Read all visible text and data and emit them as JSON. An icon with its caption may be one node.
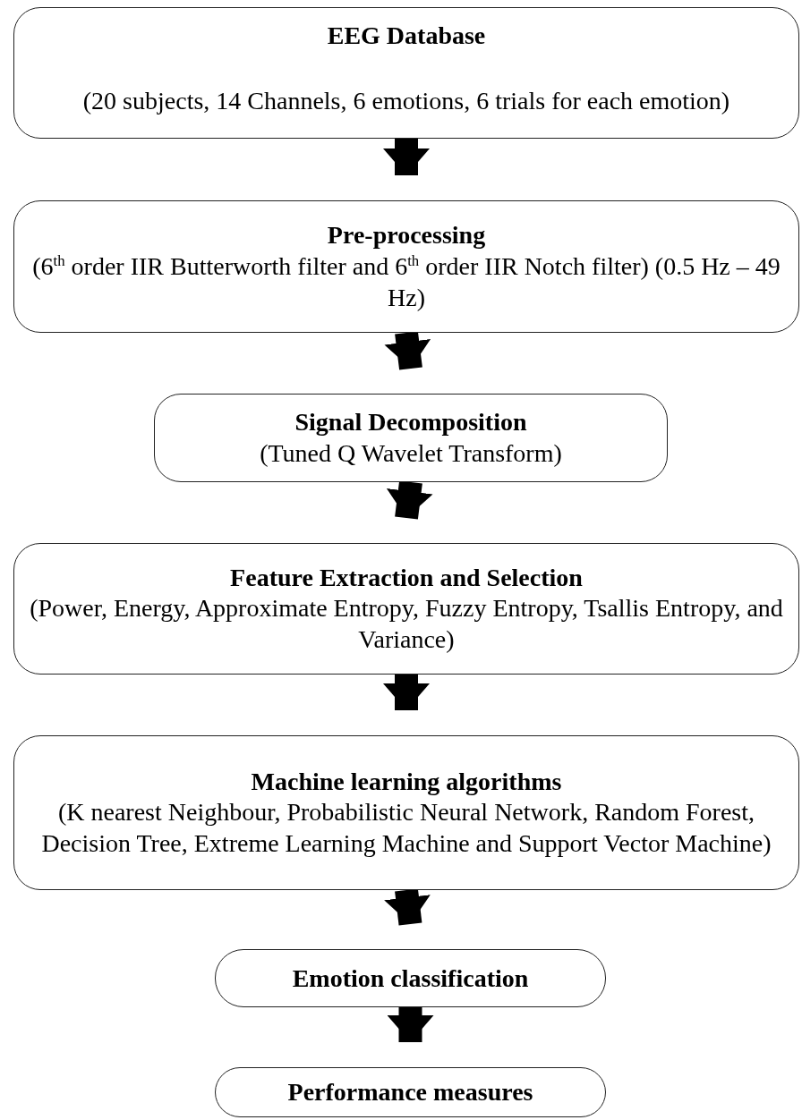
{
  "diagram": {
    "nodes": [
      {
        "text": [
          "EEG Database",
          "(20 subjects, 14 Channels, 6 emotions, 6 trials for each emotion)"
        ]
      },
      {
        "text": [
          "Pre-processing",
          "(6$^{th}$ order IIR Butterworth filter and 6$^{th}$ order IIR Notch filter) (0.5 Hz – 49 Hz)"
        ]
      },
      {
        "text": [
          "Signal Decomposition",
          "(Tuned Q Wavelet Transform)"
        ]
      },
      {
        "text": [
          "Feature Extraction and Selection",
          "(Power, Energy, Approximate Entropy, Fuzzy Entropy, Tsallis Entropy, and Variance)"
        ]
      },
      {
        "text": [
          "Machine learning algorithms",
          "(K nearest Neighbour, Probabilistic Neural Network, Random Forest, Decision Tree, Extreme Learning Machine and Support Vector Machine)"
        ]
      },
      {
        "text": [
          "Emotion classification"
        ]
      },
      {
        "text": [
          "Performance measures"
        ]
      }
    ],
    "edges": [
      {
        "from": 0,
        "to": 1,
        "arrow": "to"
      },
      {
        "from": 1,
        "to": 2,
        "arrow": "to"
      },
      {
        "from": 2,
        "to": 3,
        "arrow": "to"
      },
      {
        "from": 3,
        "to": 4,
        "arrow": "to"
      },
      {
        "from": 4,
        "to": 5,
        "arrow": "to"
      },
      {
        "from": 5,
        "to": 6,
        "arrow": "to"
      }
    ]
  }
}
